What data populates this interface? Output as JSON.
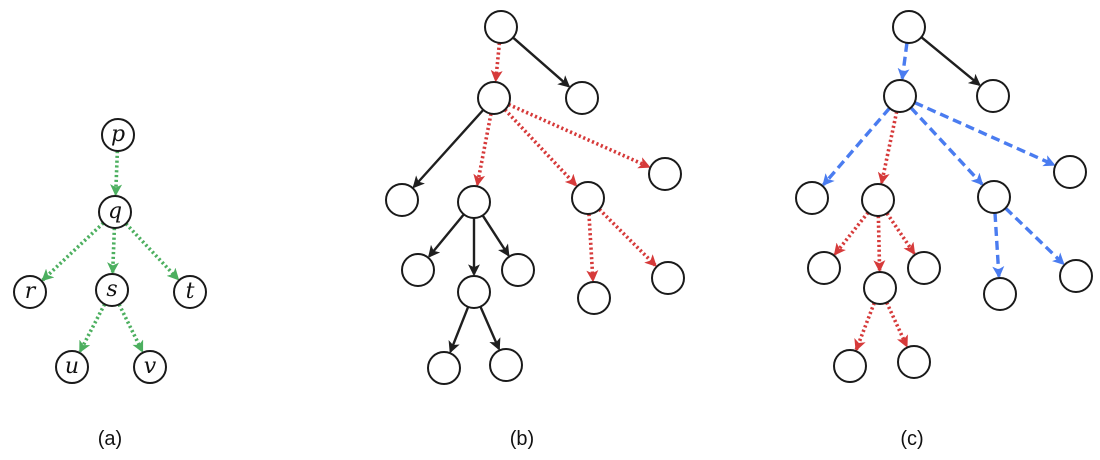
{
  "colors": {
    "black": "#1f1f1f",
    "red": "#d63a3a",
    "green": "#4caf5f",
    "blue": "#4a7cf0"
  },
  "panels": [
    {
      "caption": "(a)",
      "nodes": [
        {
          "id": "p",
          "label": "p"
        },
        {
          "id": "q",
          "label": "q"
        },
        {
          "id": "r",
          "label": "r"
        },
        {
          "id": "s",
          "label": "s"
        },
        {
          "id": "t",
          "label": "t"
        },
        {
          "id": "u",
          "label": "u"
        },
        {
          "id": "v",
          "label": "v"
        }
      ],
      "edges": [
        {
          "from": "p",
          "to": "q",
          "style": "dotted",
          "color": "green"
        },
        {
          "from": "q",
          "to": "r",
          "style": "dotted",
          "color": "green"
        },
        {
          "from": "q",
          "to": "s",
          "style": "dotted",
          "color": "green"
        },
        {
          "from": "q",
          "to": "t",
          "style": "dotted",
          "color": "green"
        },
        {
          "from": "s",
          "to": "u",
          "style": "dotted",
          "color": "green"
        },
        {
          "from": "s",
          "to": "v",
          "style": "dotted",
          "color": "green"
        }
      ]
    },
    {
      "caption": "(b)",
      "nodes": [
        {
          "id": "b0",
          "label": ""
        },
        {
          "id": "b1",
          "label": ""
        },
        {
          "id": "b2",
          "label": ""
        },
        {
          "id": "b3",
          "label": ""
        },
        {
          "id": "b4",
          "label": ""
        },
        {
          "id": "b5",
          "label": ""
        },
        {
          "id": "b6",
          "label": ""
        },
        {
          "id": "b7",
          "label": ""
        },
        {
          "id": "b8",
          "label": ""
        },
        {
          "id": "b9",
          "label": ""
        },
        {
          "id": "b10",
          "label": ""
        },
        {
          "id": "b11",
          "label": ""
        },
        {
          "id": "b12",
          "label": ""
        },
        {
          "id": "b13",
          "label": ""
        }
      ],
      "edges": [
        {
          "from": "b0",
          "to": "b1",
          "style": "dotted",
          "color": "red"
        },
        {
          "from": "b0",
          "to": "b2",
          "style": "solid",
          "color": "black"
        },
        {
          "from": "b1",
          "to": "b3",
          "style": "solid",
          "color": "black"
        },
        {
          "from": "b1",
          "to": "b4",
          "style": "dotted",
          "color": "red"
        },
        {
          "from": "b1",
          "to": "b5",
          "style": "dotted",
          "color": "red"
        },
        {
          "from": "b1",
          "to": "b6",
          "style": "dotted",
          "color": "red"
        },
        {
          "from": "b4",
          "to": "b7",
          "style": "solid",
          "color": "black"
        },
        {
          "from": "b4",
          "to": "b8",
          "style": "solid",
          "color": "black"
        },
        {
          "from": "b4",
          "to": "b9",
          "style": "solid",
          "color": "black"
        },
        {
          "from": "b5",
          "to": "b10",
          "style": "dotted",
          "color": "red"
        },
        {
          "from": "b5",
          "to": "b11",
          "style": "dotted",
          "color": "red"
        },
        {
          "from": "b8",
          "to": "b12",
          "style": "solid",
          "color": "black"
        },
        {
          "from": "b8",
          "to": "b13",
          "style": "solid",
          "color": "black"
        }
      ]
    },
    {
      "caption": "(c)",
      "nodes": [
        {
          "id": "c0",
          "label": ""
        },
        {
          "id": "c1",
          "label": ""
        },
        {
          "id": "c2",
          "label": ""
        },
        {
          "id": "c3",
          "label": ""
        },
        {
          "id": "c4",
          "label": ""
        },
        {
          "id": "c5",
          "label": ""
        },
        {
          "id": "c6",
          "label": ""
        },
        {
          "id": "c7",
          "label": ""
        },
        {
          "id": "c8",
          "label": ""
        },
        {
          "id": "c9",
          "label": ""
        },
        {
          "id": "c10",
          "label": ""
        },
        {
          "id": "c11",
          "label": ""
        },
        {
          "id": "c12",
          "label": ""
        },
        {
          "id": "c13",
          "label": ""
        }
      ],
      "edges": [
        {
          "from": "c0",
          "to": "c1",
          "style": "dashed",
          "color": "blue"
        },
        {
          "from": "c0",
          "to": "c2",
          "style": "solid",
          "color": "black"
        },
        {
          "from": "c1",
          "to": "c3",
          "style": "dashed",
          "color": "blue"
        },
        {
          "from": "c1",
          "to": "c4",
          "style": "dotted",
          "color": "red"
        },
        {
          "from": "c1",
          "to": "c5",
          "style": "dashed",
          "color": "blue"
        },
        {
          "from": "c1",
          "to": "c6",
          "style": "dashed",
          "color": "blue"
        },
        {
          "from": "c4",
          "to": "c7",
          "style": "dotted",
          "color": "red"
        },
        {
          "from": "c4",
          "to": "c8",
          "style": "dotted",
          "color": "red"
        },
        {
          "from": "c4",
          "to": "c9",
          "style": "dotted",
          "color": "red"
        },
        {
          "from": "c5",
          "to": "c10",
          "style": "dashed",
          "color": "blue"
        },
        {
          "from": "c5",
          "to": "c11",
          "style": "dashed",
          "color": "blue"
        },
        {
          "from": "c8",
          "to": "c12",
          "style": "dotted",
          "color": "red"
        },
        {
          "from": "c8",
          "to": "c13",
          "style": "dotted",
          "color": "red"
        }
      ]
    }
  ]
}
